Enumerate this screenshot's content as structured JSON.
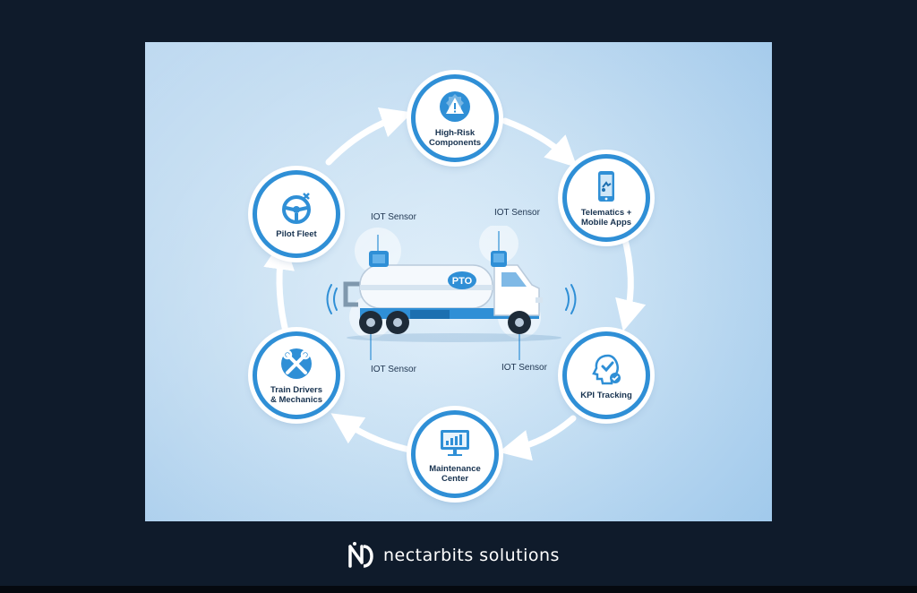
{
  "diagram": {
    "nodes": [
      {
        "id": "high-risk",
        "label": "High-Risk\nComponents",
        "icon": "warning-gear-icon"
      },
      {
        "id": "telematics",
        "label": "Telematics +\nMobile Apps",
        "icon": "mobile-phone-icon"
      },
      {
        "id": "kpi",
        "label": "KPI Tracking",
        "icon": "head-check-icon"
      },
      {
        "id": "maintenance",
        "label": "Maintenance\nCenter",
        "icon": "monitor-chart-icon"
      },
      {
        "id": "train",
        "label": "Train Drivers\n& Mechanics",
        "icon": "wrench-globe-icon"
      },
      {
        "id": "pilot",
        "label": "Pilot Fleet",
        "icon": "steering-wheel-icon"
      }
    ],
    "sensors": [
      "IOT Sensor",
      "IOT Sensor",
      "IOT Sensor",
      "IOT Sensor"
    ],
    "truck_tag": "PTO",
    "colors": {
      "accent": "#2f8fd6",
      "dark": "#17324f",
      "panel": "#cde3f4"
    }
  },
  "footer": {
    "brand": "nectarbits solutions",
    "logo_icon": "nectarbits-logo-icon"
  }
}
